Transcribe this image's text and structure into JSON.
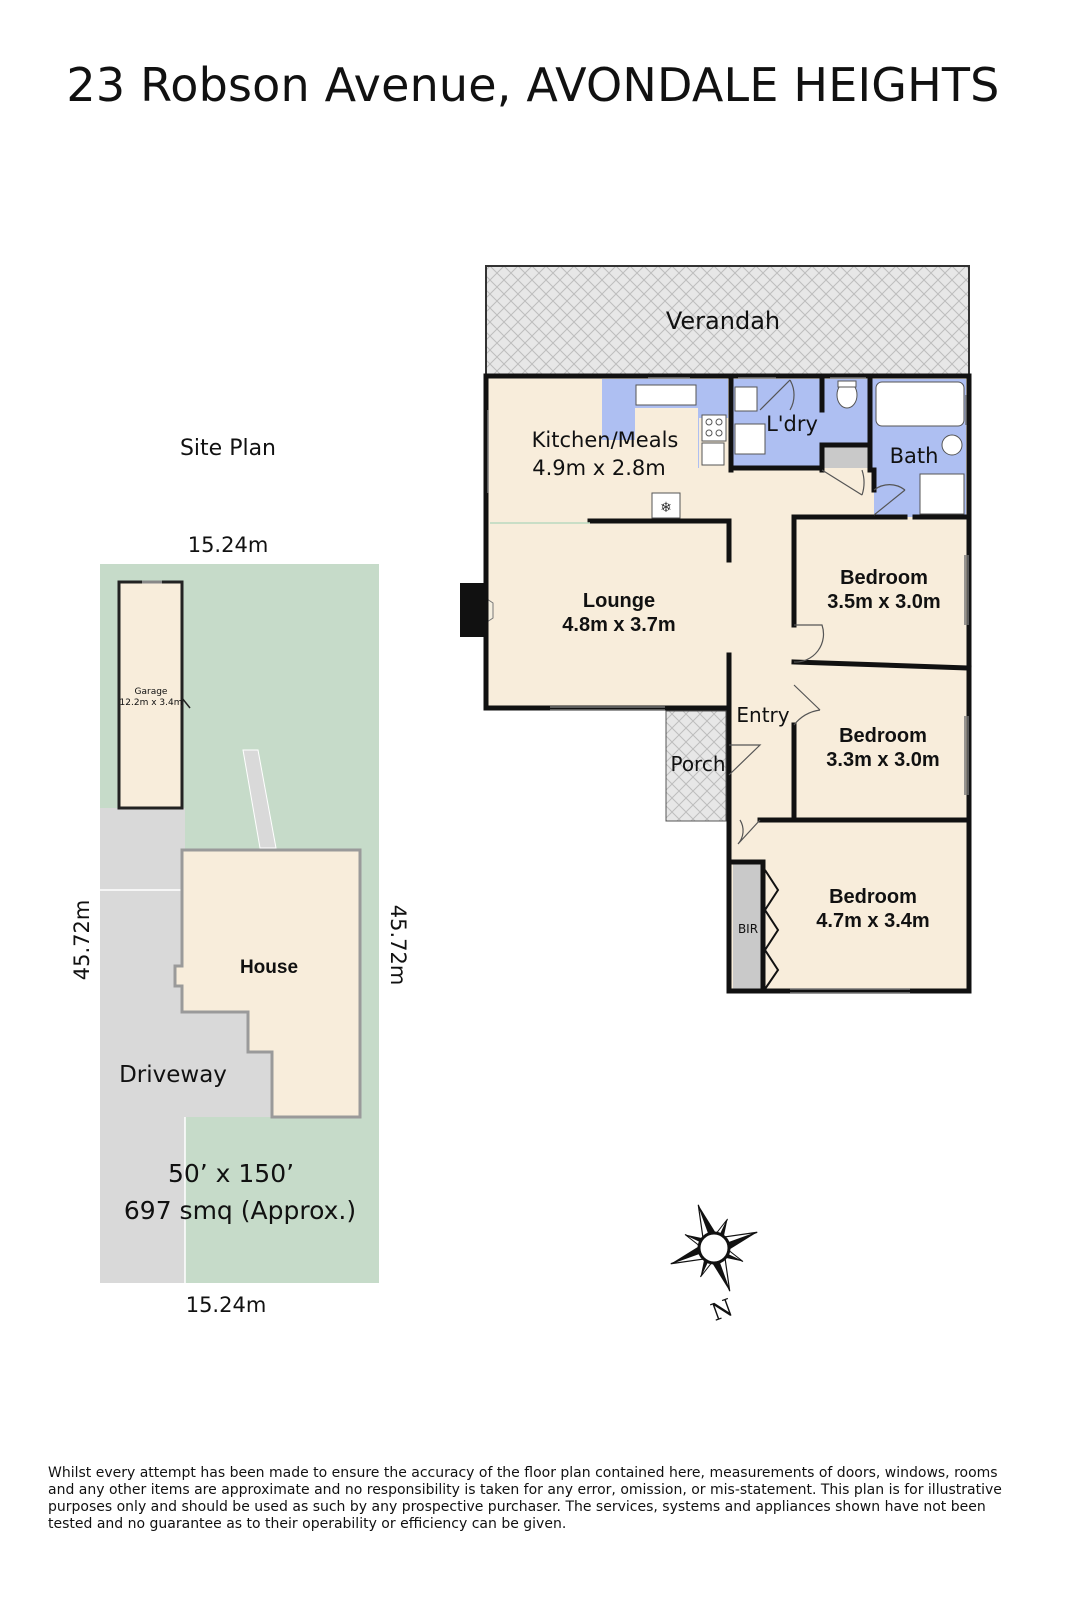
{
  "title": "23 Robson Avenue, AVONDALE HEIGHTS",
  "site_plan": {
    "heading": "Site Plan",
    "top_width": "15.24m",
    "bottom_width": "15.24m",
    "left_depth": "45.72m",
    "right_depth": "45.72m",
    "garage_label": "Garage",
    "garage_size": "12.2m x 3.4m",
    "house_label": "House",
    "driveway_label": "Driveway",
    "lot_size": "50’ x 150’",
    "lot_area": "697 smq (Approx.)"
  },
  "floor_plan": {
    "rooms": [
      {
        "name": "Verandah",
        "size": ""
      },
      {
        "name": "Kitchen/Meals",
        "size": "4.9m x 2.8m"
      },
      {
        "name": "L'dry",
        "size": ""
      },
      {
        "name": "Bath",
        "size": ""
      },
      {
        "name": "Lounge",
        "size": "4.8m x 3.7m"
      },
      {
        "name": "Bedroom",
        "size": "3.5m x 3.0m"
      },
      {
        "name": "Entry",
        "size": ""
      },
      {
        "name": "Bedroom",
        "size": "3.3m x 3.0m"
      },
      {
        "name": "Porch",
        "size": ""
      },
      {
        "name": "Bedroom",
        "size": "4.7m x 3.4m"
      },
      {
        "name": "BIR",
        "size": ""
      }
    ]
  },
  "compass": {
    "north_label": "N"
  },
  "colors": {
    "room_fill": "#f8eddb",
    "wet_area": "#aebff2",
    "lawn": "#c6dbc9",
    "paving": "#d9d9d9",
    "wall": "#111111"
  },
  "disclaimer": "Whilst every attempt has been made to ensure the accuracy of the floor plan contained here, measurements of doors, windows, rooms and any other items are approximate and no responsibility is taken for any error, omission, or mis-statement. This plan is for illustrative purposes only and should be used as such by any prospective purchaser. The services, systems and appliances shown have not been tested and no guarantee as to their operability or efficiency can be given."
}
